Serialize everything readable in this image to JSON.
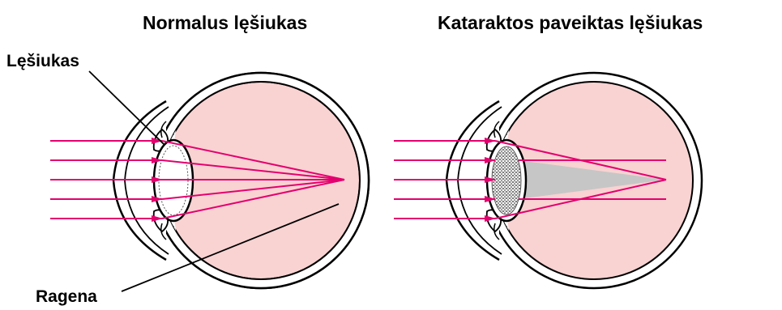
{
  "titles": {
    "normal": "Normalus lęšiukas",
    "cataract": "Kataraktos paveiktas lęšiukas"
  },
  "labels": {
    "lens": "Lęšiukas",
    "cornea": "Ragena"
  },
  "colors": {
    "eye_interior": "#f9d2d2",
    "ray": "#e4006e",
    "clouded_cone": "#c6c6c6",
    "outline": "#000000"
  }
}
